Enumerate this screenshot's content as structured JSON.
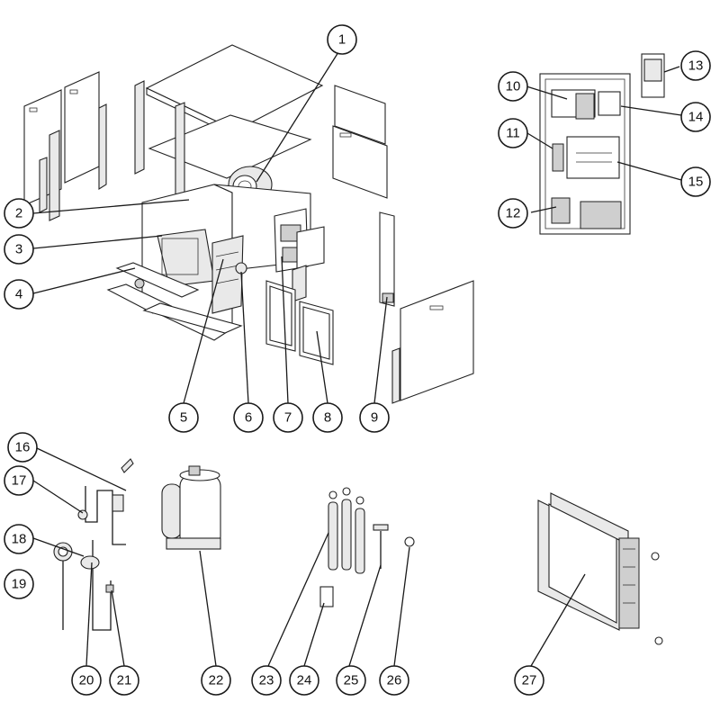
{
  "diagram": {
    "callouts": [
      {
        "id": "1",
        "text": "1"
      },
      {
        "id": "2",
        "text": "2"
      },
      {
        "id": "3",
        "text": "3"
      },
      {
        "id": "4",
        "text": "4"
      },
      {
        "id": "5",
        "text": "5"
      },
      {
        "id": "6",
        "text": "6"
      },
      {
        "id": "7",
        "text": "7"
      },
      {
        "id": "8",
        "text": "8"
      },
      {
        "id": "9",
        "text": "9"
      },
      {
        "id": "10",
        "text": "10"
      },
      {
        "id": "11",
        "text": "11"
      },
      {
        "id": "12",
        "text": "12"
      },
      {
        "id": "13",
        "text": "13"
      },
      {
        "id": "14",
        "text": "14"
      },
      {
        "id": "15",
        "text": "15"
      },
      {
        "id": "16",
        "text": "16"
      },
      {
        "id": "17",
        "text": "17"
      },
      {
        "id": "18",
        "text": "18"
      },
      {
        "id": "19",
        "text": "19"
      },
      {
        "id": "20",
        "text": "20"
      },
      {
        "id": "21",
        "text": "21"
      },
      {
        "id": "22",
        "text": "22"
      },
      {
        "id": "23",
        "text": "23"
      },
      {
        "id": "24",
        "text": "24"
      },
      {
        "id": "25",
        "text": "25"
      },
      {
        "id": "26",
        "text": "26"
      },
      {
        "id": "27",
        "text": "27"
      }
    ]
  }
}
